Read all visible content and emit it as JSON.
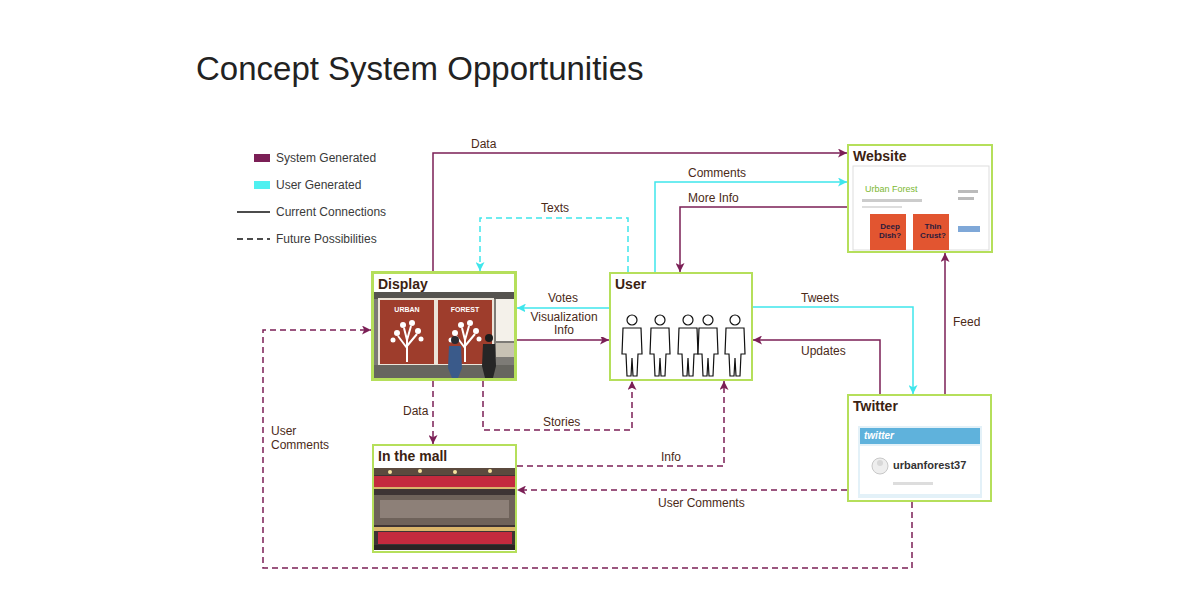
{
  "diagram": {
    "title": "Concept System Opportunities",
    "nodes": [
      {
        "text": [
          "Website",
          "Urban Forest",
          "Deep Dish?",
          "Thin Crust?"
        ]
      },
      {
        "text": [
          "Display",
          "URBAN",
          "FOREST"
        ]
      },
      {
        "text": [
          "User"
        ]
      },
      {
        "text": [
          "Twitter",
          "twitter",
          "urbanforest37"
        ]
      },
      {
        "text": [
          "In the mall"
        ]
      }
    ],
    "edges": [
      {
        "from": 1,
        "to": 0,
        "label": "Data",
        "arrow": "to"
      },
      {
        "from": 2,
        "to": 0,
        "label": "Comments",
        "arrow": "to"
      },
      {
        "from": 0,
        "to": 2,
        "label": "More Info",
        "arrow": "to"
      },
      {
        "from": 2,
        "to": 1,
        "label": "Texts",
        "arrow": "to"
      },
      {
        "from": 2,
        "to": 1,
        "label": "Votes",
        "arrow": "to"
      },
      {
        "from": 1,
        "to": 2,
        "label": "Visualization Info",
        "arrow": "to"
      },
      {
        "from": 2,
        "to": 3,
        "label": "Tweets",
        "arrow": "to"
      },
      {
        "from": 3,
        "to": 2,
        "label": "Updates",
        "arrow": "to"
      },
      {
        "from": 3,
        "to": 0,
        "label": "Feed",
        "arrow": "to"
      },
      {
        "from": 1,
        "to": 4,
        "label": "Data",
        "arrow": "to"
      },
      {
        "from": 1,
        "to": 2,
        "label": "Stories",
        "arrow": "to"
      },
      {
        "from": 4,
        "to": 2,
        "label": "Info",
        "arrow": "to"
      },
      {
        "from": 3,
        "to": 4,
        "label": "User Comments",
        "arrow": "to"
      },
      {
        "from": 3,
        "to": 1,
        "label": "User Comments",
        "arrow": "to"
      }
    ],
    "legend": [
      {
        "text": "System Generated",
        "color": "#7b1f56"
      },
      {
        "text": "User Generated",
        "color": "#4ff0f0"
      },
      {
        "text": "Current Connections"
      },
      {
        "text": "Future Possibilities"
      }
    ]
  }
}
